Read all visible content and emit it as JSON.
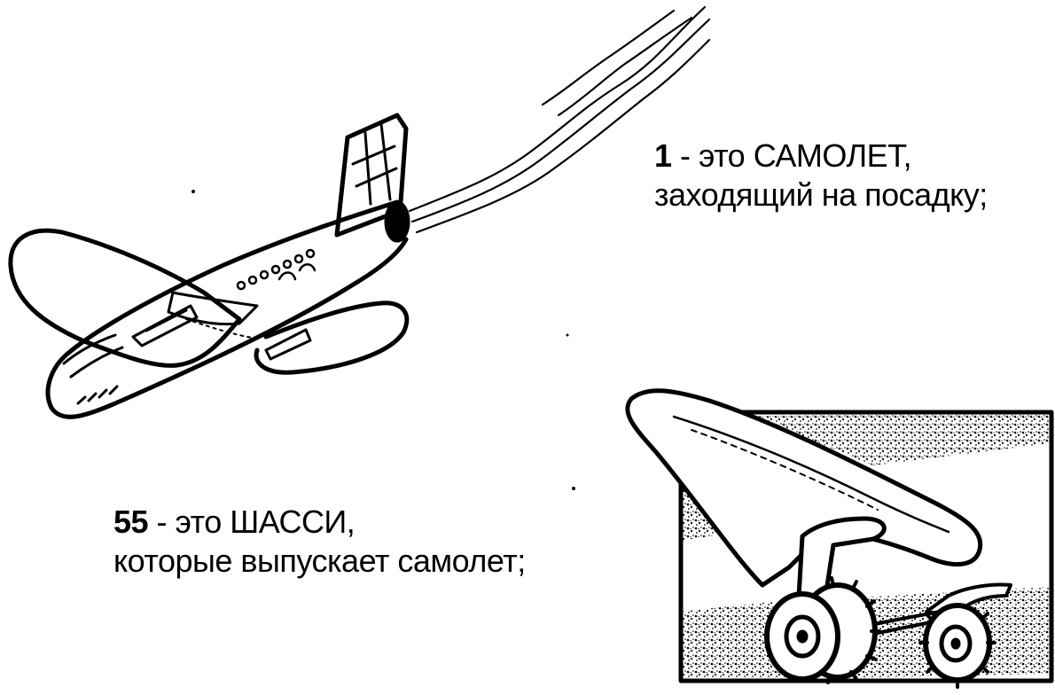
{
  "captions": {
    "plane": {
      "number": "1",
      "line1_rest": " - это САМОЛЕТ,",
      "line2": "заходящий на посадку;"
    },
    "gear": {
      "number": "55",
      "line1_rest": " - это ШАССИ,",
      "line2": "которые выпускает самолет;"
    }
  },
  "illustrations": {
    "landing_plane": "landing-airplane-drawing",
    "landing_gear": "landing-gear-drawing"
  },
  "colors": {
    "ink": "#000000",
    "paper": "#ffffff"
  }
}
